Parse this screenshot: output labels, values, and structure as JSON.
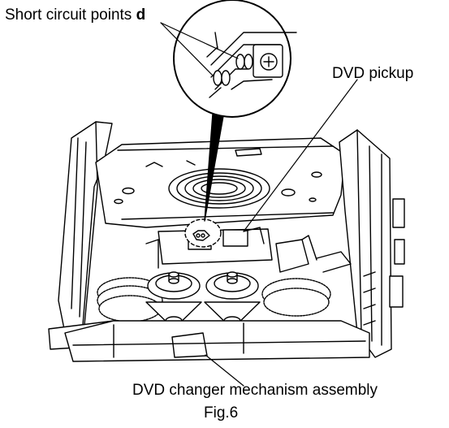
{
  "labels": {
    "short_circuit_text": "Short circuit points ",
    "short_circuit_letter": "d",
    "dvd_pickup": "DVD pickup",
    "mechanism": "DVD changer mechanism assembly",
    "figure": "Fig.6"
  }
}
